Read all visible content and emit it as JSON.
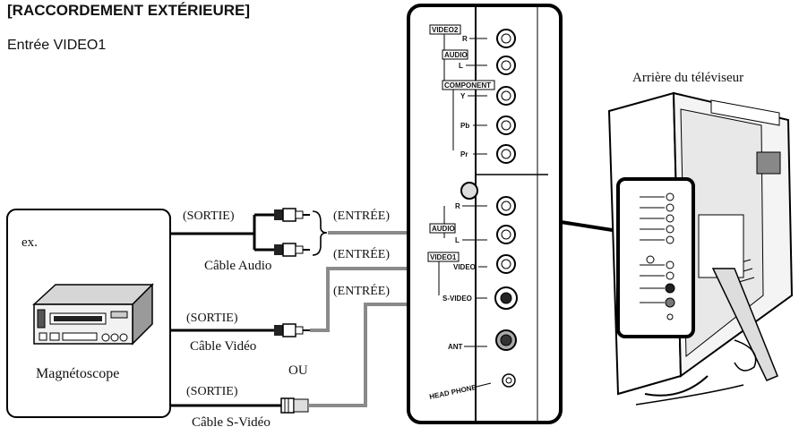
{
  "header": {
    "title": "[RACCORDEMENT EXTÉRIEURE]",
    "subtitle": "Entrée VIDEO1"
  },
  "tv_label": "Arrière du téléviseur",
  "device": {
    "example_label": "ex.",
    "name": "Magnétoscope"
  },
  "cables": {
    "sortie_label": "(SORTIE)",
    "entree_label": "(ENTRÉE)",
    "audio_cable": "Câble Audio",
    "video_cable": "Câble Vidéo",
    "or_label": "OU",
    "svideo_cable": "Câble S-Vidéo"
  },
  "panel": {
    "video2": "VIDEO2",
    "audio": "AUDIO",
    "component": "COMPONENT",
    "video1": "VIDEO1",
    "r": "R",
    "l": "L",
    "y": "Y",
    "pb": "Pb",
    "pr": "Pr",
    "video": "VIDEO",
    "svideo": "S-VIDEO",
    "ant": "ANT",
    "headphone": "HEAD PHONE"
  }
}
